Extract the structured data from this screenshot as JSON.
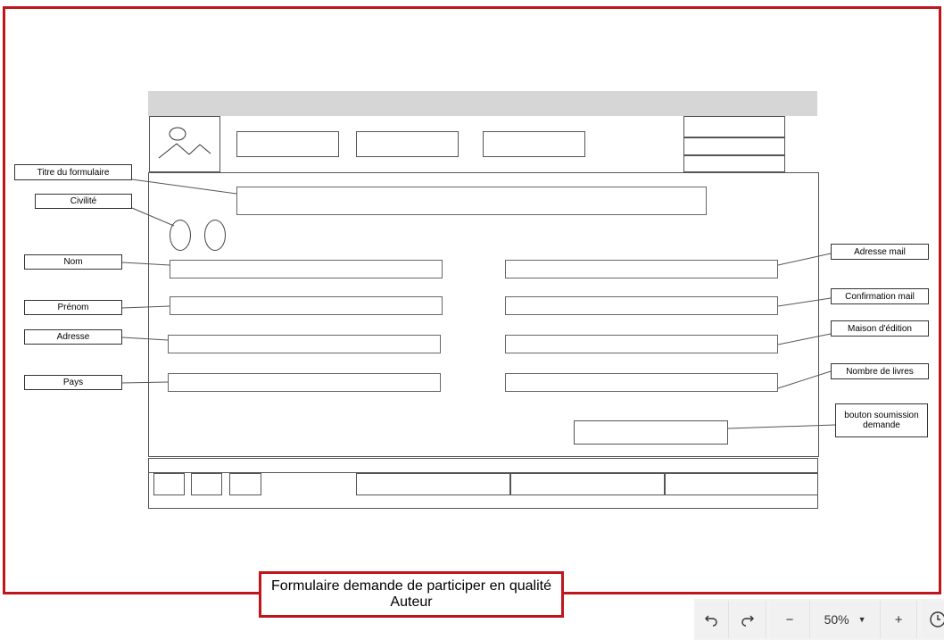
{
  "annotations": {
    "form_title": "Titre du formulaire",
    "civility": "Civilité",
    "last_name": "Nom",
    "first_name": "Prénom",
    "address": "Adresse",
    "country": "Pays",
    "email": "Adresse mail",
    "email_confirm": "Confirmation mail",
    "publisher": "Maison d'édition",
    "book_count": "Nombre de livres",
    "submit_button": "bouton soumission demande"
  },
  "caption": "Formulaire demande de participer en qualité Auteur",
  "toolbar": {
    "undo_icon": "undo-icon",
    "redo_icon": "redo-icon",
    "zoom_out": "−",
    "zoom_level": "50%",
    "zoom_in": "+",
    "history_icon": "history-icon"
  },
  "colors": {
    "frame_border": "#c0151b",
    "header_bar": "#d6d6d6"
  }
}
